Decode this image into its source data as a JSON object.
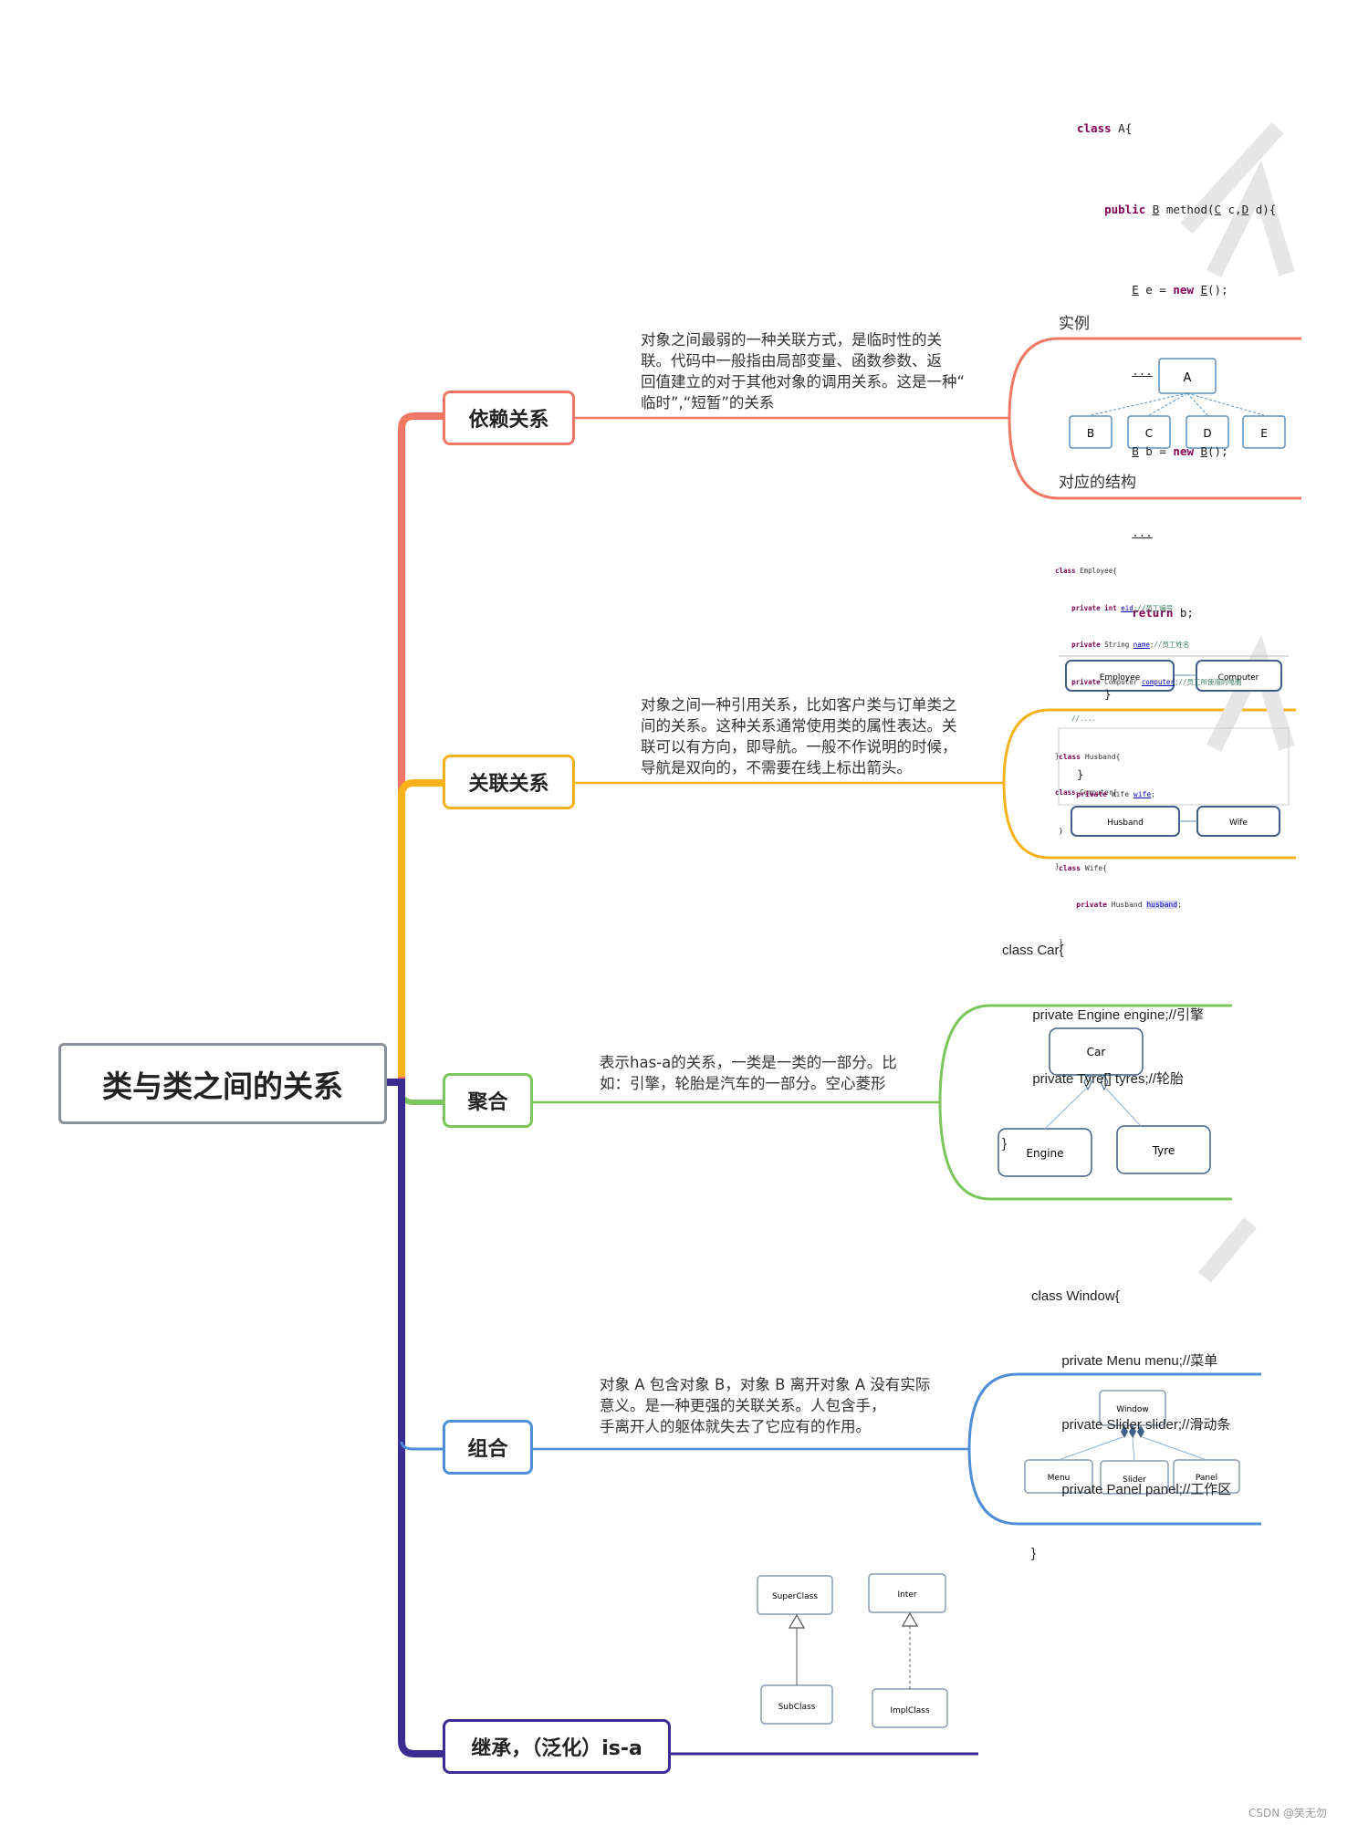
{
  "root": {
    "label": "类与类之间的关系"
  },
  "colors": {
    "root_border": "#8a9099",
    "dependency": "#f07764",
    "association": "#f7b21b",
    "aggregation": "#7bc55a",
    "composition": "#4d8ed6",
    "inheritance": "#3a2d91"
  },
  "branches": [
    {
      "label": "依赖关系",
      "description": [
        "对象之间最弱的一种关联方式，是临时性的关",
        "联。代码中一般指由局部变量、函数参数、返",
        "回值建立的对于其他对象的调用关系。这是一种“",
        "临时”,“短暂”的关系"
      ],
      "example_label": "实例",
      "structure_label": "对应的结构",
      "diagram_nodes": [
        "A",
        "B",
        "C",
        "D",
        "E"
      ],
      "code": [
        "class A{",
        "    public B method(C c,D d){",
        "        E e = new E();",
        "        ...",
        "        B b = new B();",
        "        ...",
        "        return b;",
        "    }",
        "}"
      ]
    },
    {
      "label": "关联关系",
      "description": [
        "对象之间一种引用关系，比如客户类与订单类之",
        "间的关系。这种关系通常使用类的属性表达。关",
        "联可以有方向，即导航。一般不作说明的时候，",
        "导航是双向的，不需要在线上标出箭头。"
      ],
      "code1": [
        "class Employee{",
        "    private int eid;//员工编号",
        "    private String name;//员工姓名",
        "    private Computer computer;//员工所使用的电脑",
        "    //....",
        "}",
        "class Computer{",
        "",
        "}"
      ],
      "diagram1_nodes": [
        "Employee",
        "Computer"
      ],
      "code2": [
        "class Husband{",
        "    private Wife wife;",
        "}",
        "class Wife{",
        "    private Husband husband;",
        "}"
      ],
      "diagram2_nodes": [
        "Husband",
        "Wife"
      ]
    },
    {
      "label": "聚合",
      "description": [
        "表示has-a的关系，一类是一类的一部分。比",
        "如：引擎，轮胎是汽车的一部分。空心菱形"
      ],
      "code": [
        "class Car{",
        "        private Engine engine;//引擎",
        "        private Tyre[] tyres;//轮胎",
        "}"
      ],
      "diagram_nodes": [
        "Car",
        "Engine",
        "Tyre"
      ]
    },
    {
      "label": "组合",
      "description": [
        "对象 A 包含对象 B，对象 B 离开对象 A 没有实际",
        "意义。是一种更强的关联关系。人包含手，",
        "手离开人的躯体就失去了它应有的作用。"
      ],
      "code": [
        "class Window{",
        "        private Menu menu;//菜单",
        "        private Slider slider;//滑动条",
        "        private Panel panel;//工作区",
        "}"
      ],
      "diagram_nodes": [
        "Window",
        "Menu",
        "Slider",
        "Panel"
      ]
    },
    {
      "label": "继承，（泛化）is-a",
      "diagram_nodes": [
        "SuperClass",
        "SubClass",
        "Inter",
        "ImplClass"
      ]
    }
  ],
  "watermark": "CSDN @笑无勿"
}
